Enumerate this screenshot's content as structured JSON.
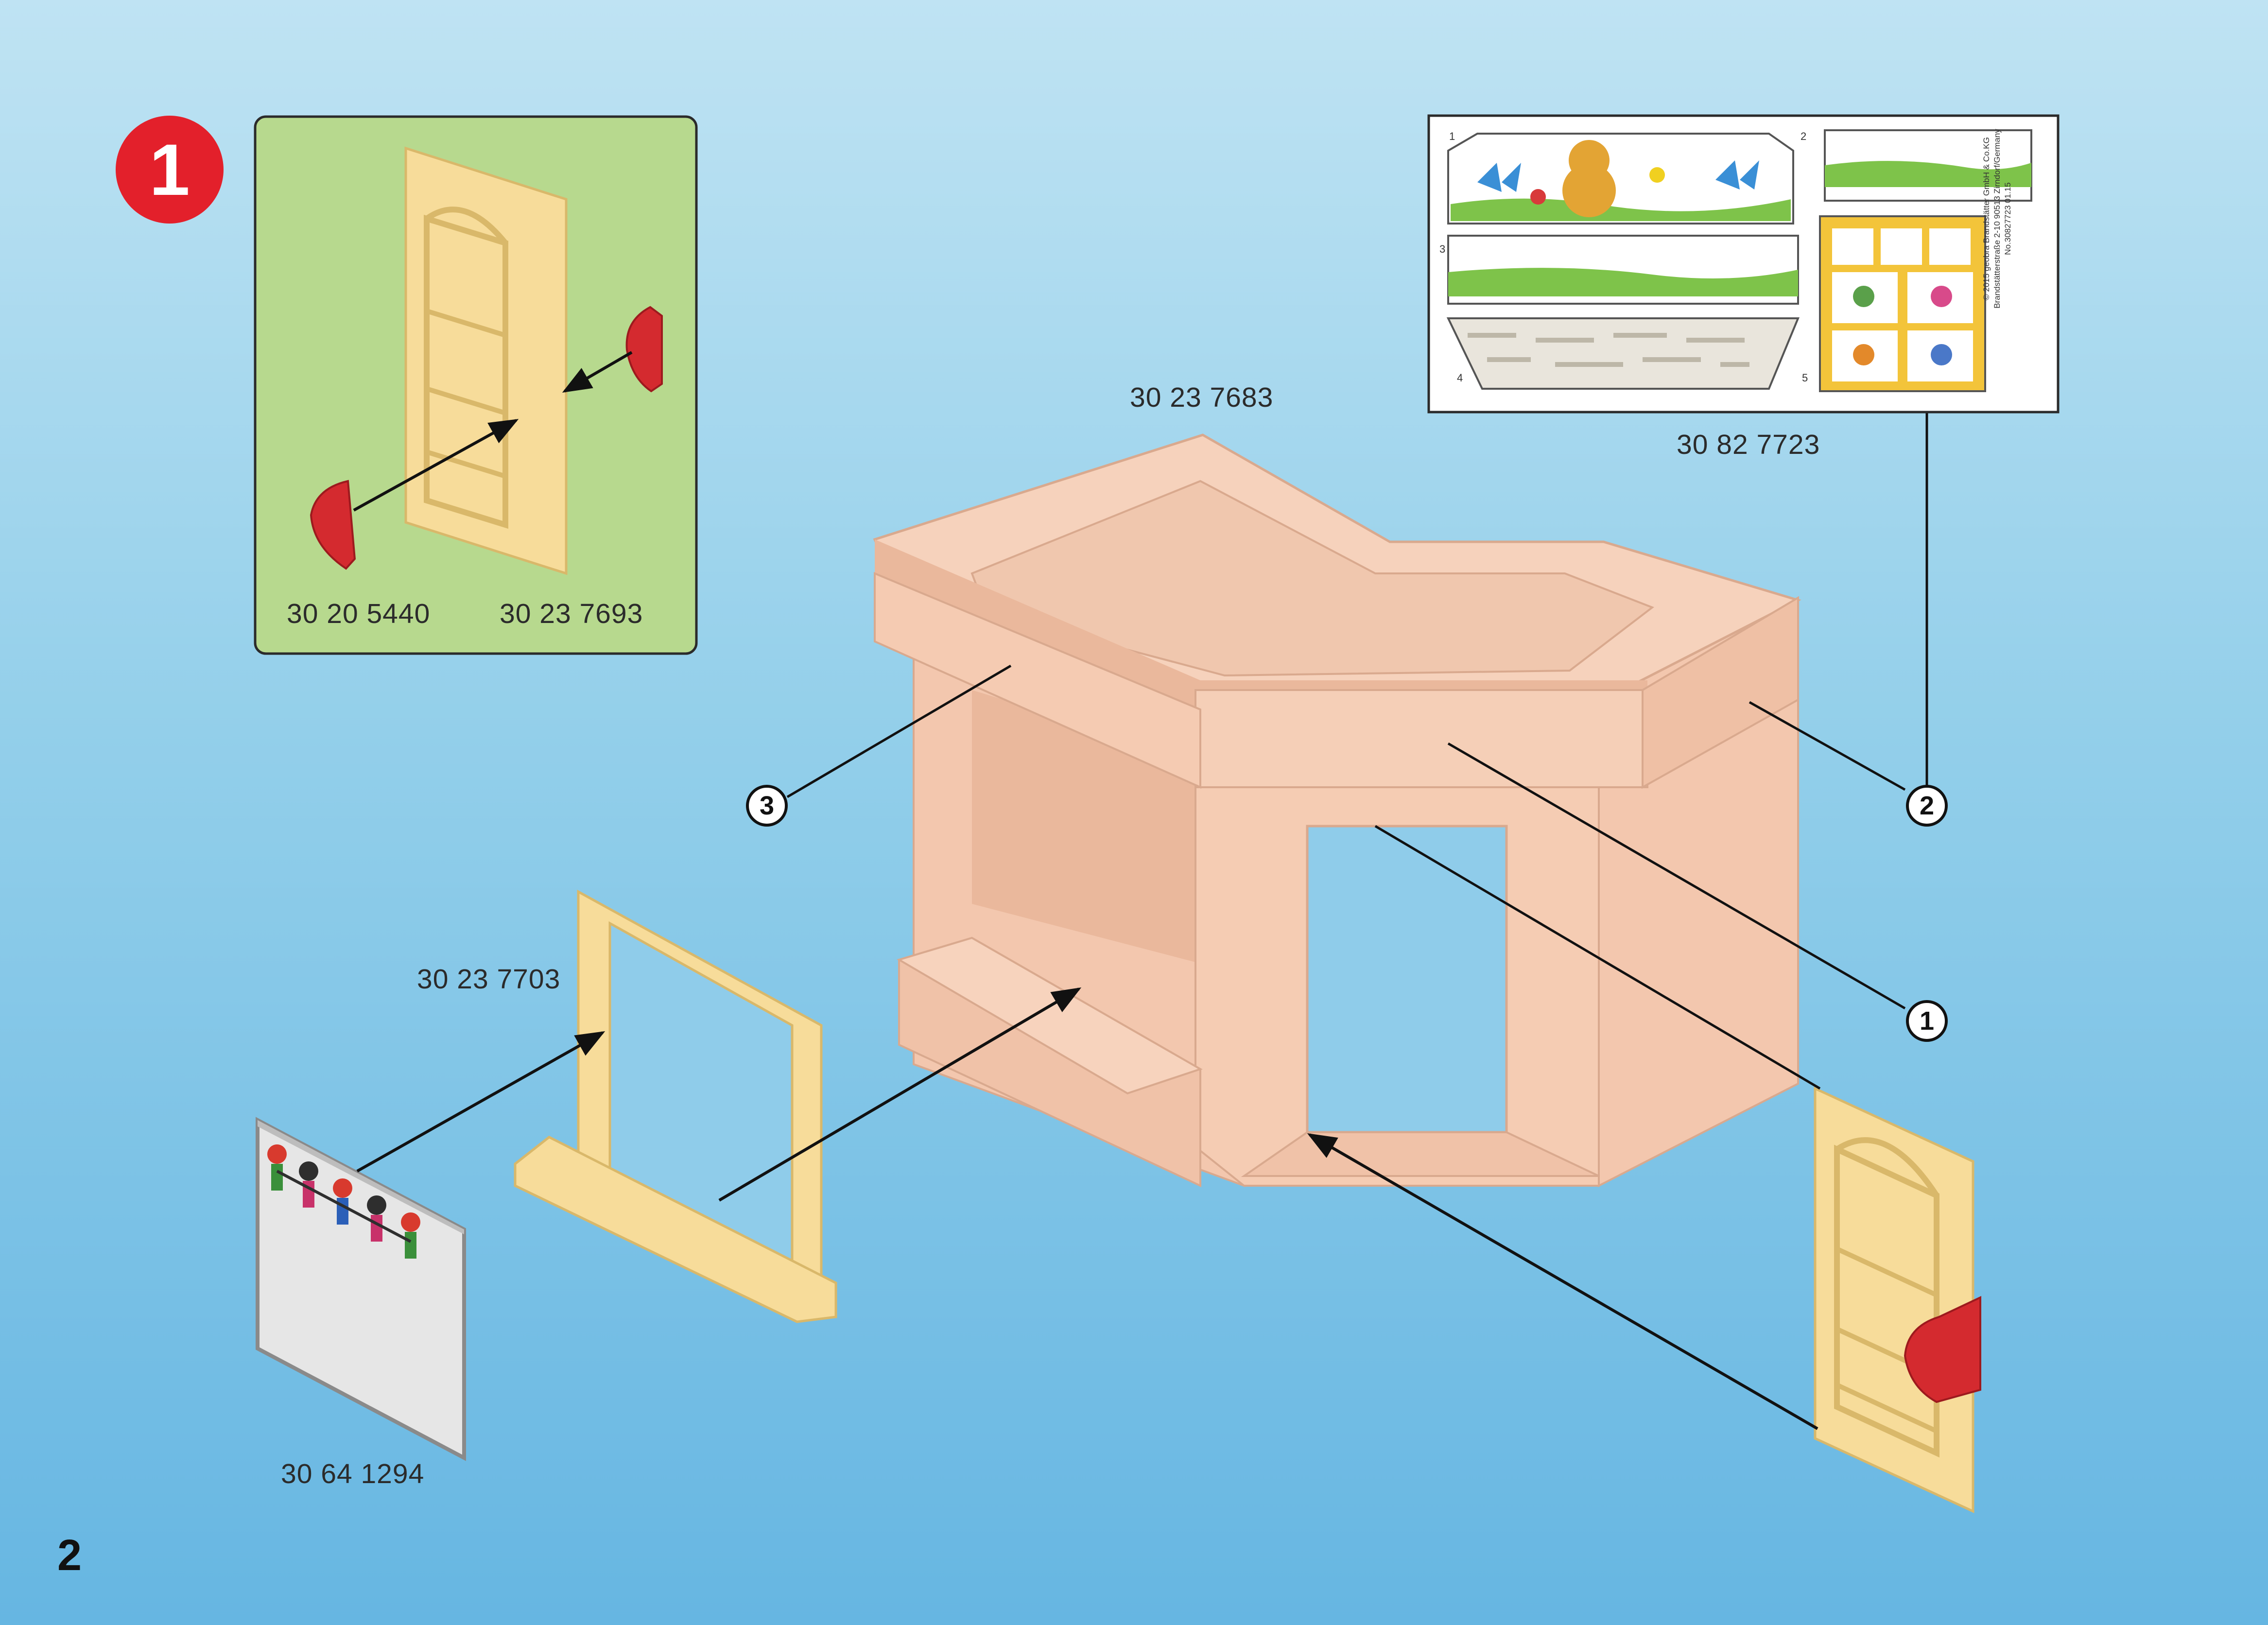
{
  "page": {
    "number": "2",
    "step": "1"
  },
  "parts": {
    "handle": "30 20 5440",
    "door": "30 23 7693",
    "wall_module": "30 23 7683",
    "sticker_sheet": "30 82 7723",
    "window_frame": "30 23 7703",
    "window_panel": "30 64 1294"
  },
  "callouts": {
    "c1": "1",
    "c2": "2",
    "c3": "3"
  },
  "sticker_sheet": {
    "field_numbers": [
      "1",
      "2",
      "3",
      "4",
      "5"
    ],
    "legal_text": "© 2015 geobra Brandstätter GmbH & Co.KG Brandstätterstraße 2-10 90513 Zirndorf/Germany No.30827723 01.15"
  },
  "colors": {
    "wall": "#f3c7ae",
    "door": "#f7dc9a",
    "handle": "#d42a2f",
    "inset_bg": "#b7d98e",
    "badge": "#e3202b"
  }
}
